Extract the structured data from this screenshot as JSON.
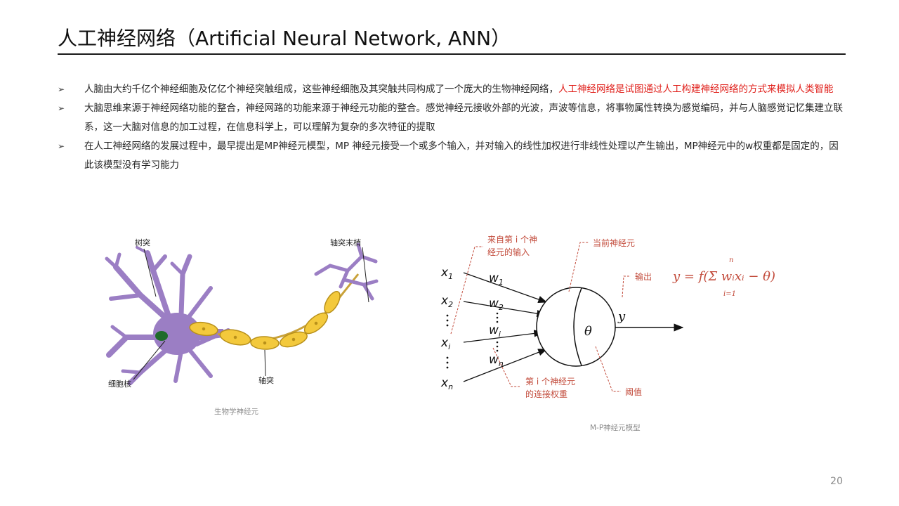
{
  "slide": {
    "title": "人工神经网络（Artificial Neural Network, ANN）",
    "page_number": "20"
  },
  "bullets": [
    {
      "marker": "➢",
      "text": "人脑由大约千亿个神经细胞及亿亿个神经突触组成，这些神经细胞及其突触共同构成了一个庞大的生物神经网络，",
      "highlight": "人工神经网络是试图通过人工构建神经网络的方式来模拟人类智能"
    },
    {
      "marker": "➢",
      "text": "大脑思维来源于神经网络功能的整合，神经网路的功能来源于神经元功能的整合。感觉神经元接收外部的光波，声波等信息，将事物属性转换为感觉编码，并与人脑感觉记忆集建立联系，这一大脑对信息的加工过程，在信息科学上，可以理解为复杂的多次特征的提取"
    },
    {
      "marker": "➢",
      "text": "在人工神经网络的发展过程中，最早提出是MP神经元模型，MP 神经元接受一个或多个输入，并对输入的线性加权进行非线性处理以产生输出，MP神经元中的w权重都是固定的，因此该模型没有学习能力"
    }
  ],
  "bio_neuron": {
    "caption": "生物学神经元",
    "label_dendrite": "树突",
    "label_axon_terminal": "轴突末梢",
    "label_nucleus": "细胞核",
    "label_axon": "轴突",
    "colors": {
      "body": "#9b7ec4",
      "nucleus": "#1f6b2a",
      "myelin": "#f3c93c",
      "myelin_edge": "#b8901a"
    }
  },
  "mp_neuron": {
    "caption": "M-P神经元模型",
    "inputs": [
      "x",
      "x",
      "x",
      "x"
    ],
    "input_subs": [
      "1",
      "2",
      "i",
      "n"
    ],
    "weights": [
      "w",
      "w",
      "w",
      "w"
    ],
    "weight_subs": [
      "1",
      "2",
      "i",
      "n"
    ],
    "theta": "θ",
    "output": "y",
    "note_input": [
      "来自第 i 个神",
      "经元的输入"
    ],
    "note_current": "当前神经元",
    "note_output_label": "输出",
    "formula": "y = f(Σ wᵢxᵢ − θ)",
    "formula_upper": "n",
    "formula_lower": "i=1",
    "note_weight": [
      "第 i 个神经元",
      "的连接权重"
    ],
    "note_threshold": "阈值",
    "colors": {
      "annotation": "#c24a3a"
    }
  }
}
